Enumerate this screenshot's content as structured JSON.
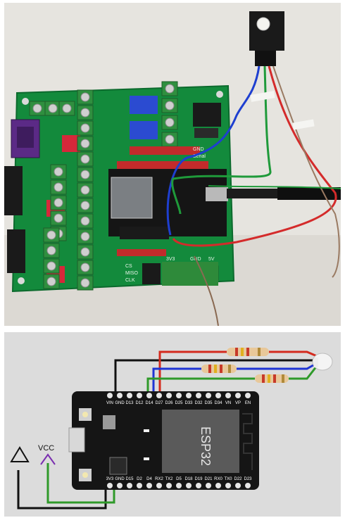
{
  "photo": {
    "board_label_top": "GND",
    "board_label_top2": "Serial",
    "silk_labels": [
      "3V3",
      "GND",
      "5V",
      "CS",
      "MISO",
      "CLK"
    ]
  },
  "diagram": {
    "vcc_label": "VCC",
    "chip_label": "ESP32",
    "top_pins": [
      "VIN",
      "GND",
      "D13",
      "D12",
      "D14",
      "D27",
      "D26",
      "D25",
      "D33",
      "D32",
      "D35",
      "D34",
      "VN",
      "VP",
      "EN"
    ],
    "bottom_pins": [
      "3V3",
      "GND",
      "D15",
      "D2",
      "D4",
      "RX2",
      "TX2",
      "D5",
      "D18",
      "D19",
      "D21",
      "RX0",
      "TX0",
      "D22",
      "D23"
    ],
    "wire_colors": {
      "red": "#d42b1e",
      "blue": "#1e34d4",
      "green": "#2f9a2a",
      "black": "#111111",
      "purple": "#7a2fb0"
    }
  }
}
